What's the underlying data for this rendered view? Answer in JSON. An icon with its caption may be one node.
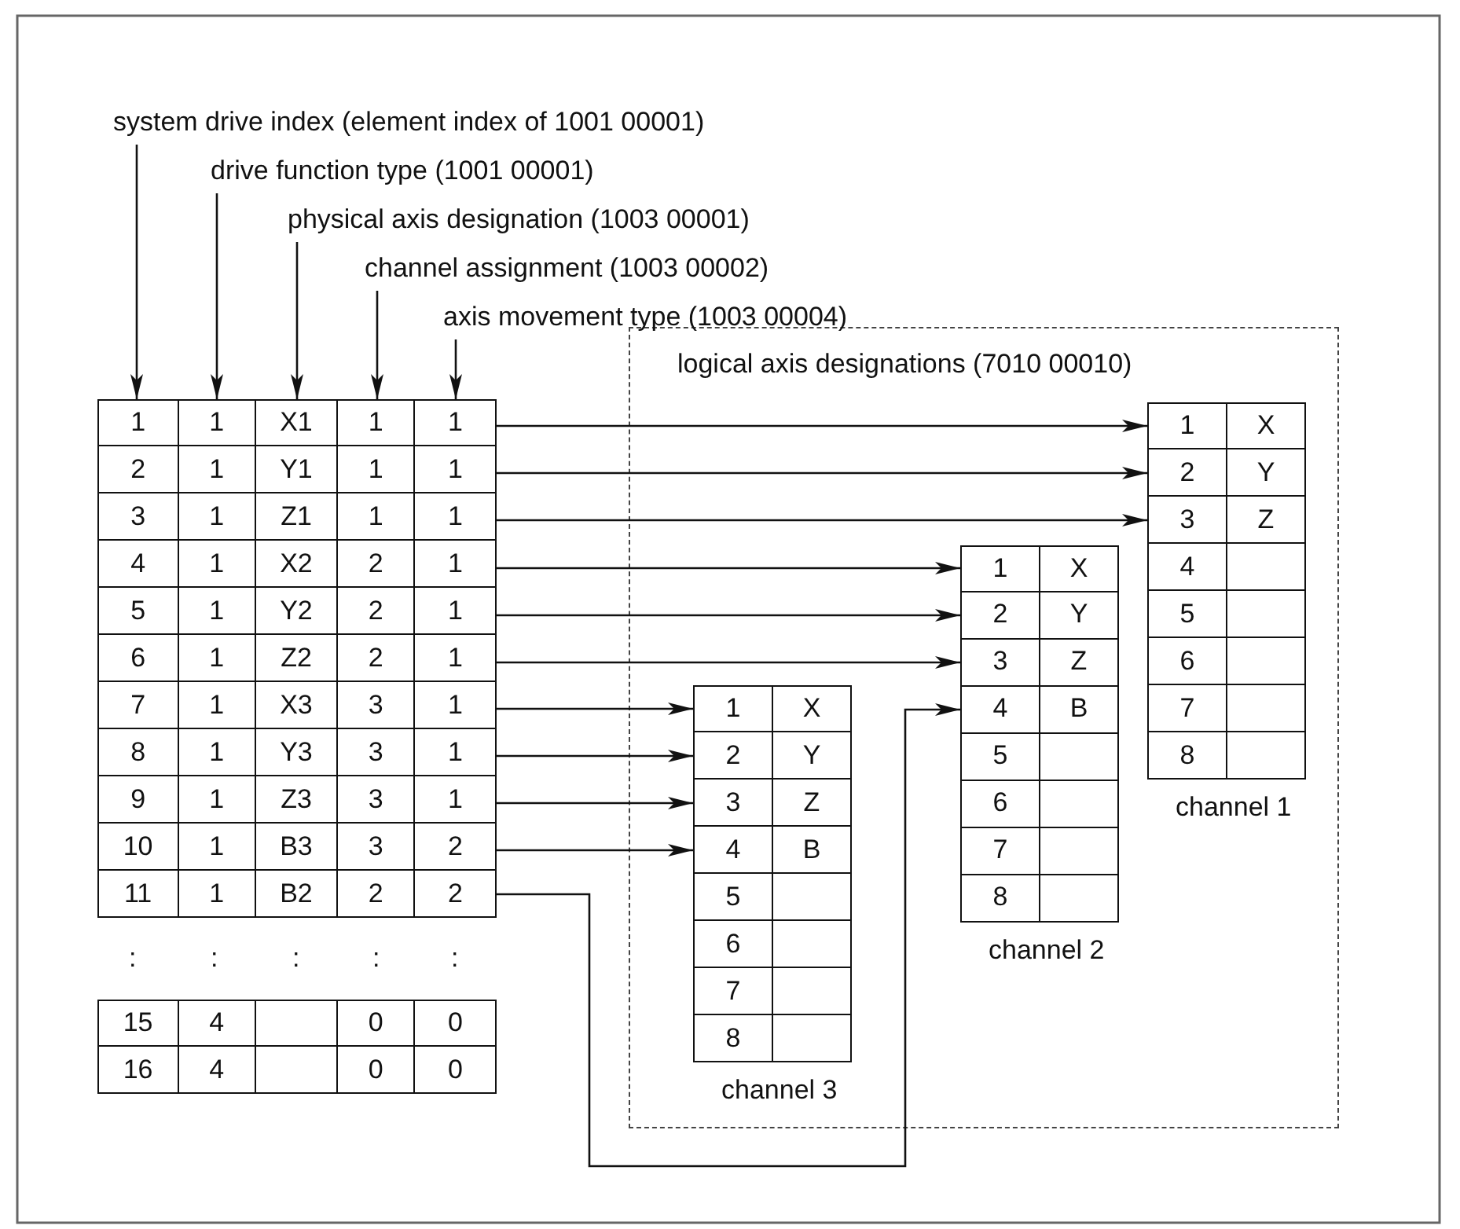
{
  "diagram": {
    "nodes": [
      {
        "text": [
          "system drive index (element index of 1001 00001)"
        ]
      },
      {
        "text": [
          "drive function type (1001 00001)"
        ]
      },
      {
        "text": [
          "physical axis designation (1003 00001)"
        ]
      },
      {
        "text": [
          "channel assignment (1003 00002)"
        ]
      },
      {
        "text": [
          "axis movement type (1003 00004)"
        ]
      },
      {
        "text": [
          "1",
          "1",
          "X1",
          "1",
          "1"
        ]
      },
      {
        "text": [
          "2",
          "1",
          "Y1",
          "1",
          "1"
        ]
      },
      {
        "text": [
          "3",
          "1",
          "Z1",
          "1",
          "1"
        ]
      },
      {
        "text": [
          "4",
          "1",
          "X2",
          "2",
          "1"
        ]
      },
      {
        "text": [
          "5",
          "1",
          "Y2",
          "2",
          "1"
        ]
      },
      {
        "text": [
          "6",
          "1",
          "Z2",
          "2",
          "1"
        ]
      },
      {
        "text": [
          "7",
          "1",
          "X3",
          "3",
          "1"
        ]
      },
      {
        "text": [
          "8",
          "1",
          "Y3",
          "3",
          "1"
        ]
      },
      {
        "text": [
          "9",
          "1",
          "Z3",
          "3",
          "1"
        ]
      },
      {
        "text": [
          "10",
          "1",
          "B3",
          "3",
          "2"
        ]
      },
      {
        "text": [
          "11",
          "1",
          "B2",
          "2",
          "2"
        ]
      },
      {
        "text": [
          "15",
          "4",
          "0",
          "0"
        ]
      },
      {
        "text": [
          "16",
          "4",
          "0",
          "0"
        ]
      },
      {
        "text": [
          "logical axis designations (7010 00010)"
        ]
      },
      {
        "text": [
          "channel 1"
        ],
        "in": 18
      },
      {
        "text": [
          "1",
          "X"
        ],
        "in": 19
      },
      {
        "text": [
          "2",
          "Y"
        ],
        "in": 19
      },
      {
        "text": [
          "3",
          "Z"
        ],
        "in": 19
      },
      {
        "text": [
          "4"
        ],
        "in": 19
      },
      {
        "text": [
          "5"
        ],
        "in": 19
      },
      {
        "text": [
          "6"
        ],
        "in": 19
      },
      {
        "text": [
          "7"
        ],
        "in": 19
      },
      {
        "text": [
          "8"
        ],
        "in": 19
      },
      {
        "text": [
          "channel 2"
        ],
        "in": 18
      },
      {
        "text": [
          "1",
          "X"
        ],
        "in": 28
      },
      {
        "text": [
          "2",
          "Y"
        ],
        "in": 28
      },
      {
        "text": [
          "3",
          "Z"
        ],
        "in": 28
      },
      {
        "text": [
          "4",
          "B"
        ],
        "in": 28
      },
      {
        "text": [
          "5"
        ],
        "in": 28
      },
      {
        "text": [
          "6"
        ],
        "in": 28
      },
      {
        "text": [
          "7"
        ],
        "in": 28
      },
      {
        "text": [
          "8"
        ],
        "in": 28
      },
      {
        "text": [
          "channel 3"
        ],
        "in": 18
      },
      {
        "text": [
          "1",
          "X"
        ],
        "in": 37
      },
      {
        "text": [
          "2",
          "Y"
        ],
        "in": 37
      },
      {
        "text": [
          "3",
          "Z"
        ],
        "in": 37
      },
      {
        "text": [
          "4",
          "B"
        ],
        "in": 37
      },
      {
        "text": [
          "5"
        ],
        "in": 37
      },
      {
        "text": [
          "6"
        ],
        "in": 37
      },
      {
        "text": [
          "7"
        ],
        "in": 37
      },
      {
        "text": [
          "8"
        ],
        "in": 37
      }
    ],
    "edges": [
      {
        "from": 0,
        "to": 5,
        "arrow": "to"
      },
      {
        "from": 1,
        "to": 5,
        "arrow": "to"
      },
      {
        "from": 2,
        "to": 5,
        "arrow": "to"
      },
      {
        "from": 3,
        "to": 5,
        "arrow": "to"
      },
      {
        "from": 4,
        "to": 5,
        "arrow": "to"
      },
      {
        "from": 5,
        "to": 20,
        "arrow": "to"
      },
      {
        "from": 6,
        "to": 21,
        "arrow": "to"
      },
      {
        "from": 7,
        "to": 22,
        "arrow": "to"
      },
      {
        "from": 8,
        "to": 29,
        "arrow": "to"
      },
      {
        "from": 9,
        "to": 30,
        "arrow": "to"
      },
      {
        "from": 10,
        "to": 31,
        "arrow": "to"
      },
      {
        "from": 11,
        "to": 38,
        "arrow": "to"
      },
      {
        "from": 12,
        "to": 39,
        "arrow": "to"
      },
      {
        "from": 13,
        "to": 40,
        "arrow": "to"
      },
      {
        "from": 14,
        "to": 41,
        "arrow": "to"
      },
      {
        "from": 15,
        "to": 32,
        "arrow": "to"
      }
    ],
    "labels": [
      ":",
      ":",
      ":",
      ":",
      ":"
    ]
  }
}
